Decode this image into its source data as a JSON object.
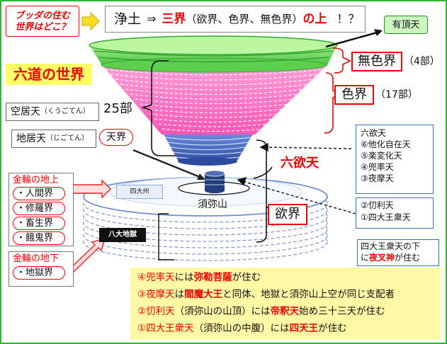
{
  "question": {
    "line1": "ブッダの住む",
    "line2": "世界はどこ？"
  },
  "header": {
    "jodo": "浄土",
    "arrow": "⇒",
    "sankai": "三界",
    "paren": "（欲界、色界、無色界）",
    "no_ue": "の上",
    "marks": "！？"
  },
  "yuchoten": "有頂天",
  "rokudo_title": "六道の世界",
  "mushikikai": {
    "label": "無色界",
    "count": "（4部）"
  },
  "shikikai": {
    "label": "色界",
    "count": "（17部）"
  },
  "nijugobu": "25部",
  "kukoten": {
    "name": "空居天",
    "reading": "（くうごてん）"
  },
  "jikoten": {
    "name": "地居天",
    "reading": "（じごてん）"
  },
  "tenkai": "天界",
  "rokuyokuten": "六欲天",
  "rokuyoku_box": {
    "title": "六欲天",
    "items": [
      "⑥他化自在天",
      "⑤楽変化天",
      "④兜率天",
      "③夜摩天"
    ]
  },
  "lower_box": {
    "items": [
      "②忉利天",
      "①四大王衆天"
    ]
  },
  "yokukai": "欲界",
  "shidaishu": "四大州",
  "shumisen": "須弥山",
  "hachidai": "八大地獄",
  "konrin_ue": {
    "title": "金輪の地上",
    "items": [
      "人間界",
      "修羅界",
      "畜生界",
      "餓鬼界"
    ]
  },
  "konrin_shita": {
    "title": "金輪の地下",
    "items": [
      "地獄界"
    ]
  },
  "yasha": {
    "line1": "四大王衆天の下",
    "line2_pre": "に",
    "line2_red": "夜叉神",
    "line2_post": "が住む"
  },
  "notes": [
    {
      "a": "④兜率天",
      "b": "には",
      "c": "弥勒菩薩",
      "d": "が住む"
    },
    {
      "a": "③夜摩天",
      "b": "は",
      "c": "閻魔大王",
      "d": "と同体、地獄と須弥山上空が同じ支配者"
    },
    {
      "a": "②忉利天",
      "b": "（須弥山の山頂）には",
      "c": "帝釈天",
      "d": "始め三十三天が住む"
    },
    {
      "a": "①四大王衆天",
      "b": "（須弥山の中腹）には",
      "c": "四天王",
      "d": "が住む"
    }
  ],
  "colors": {
    "border_green": "#35b335",
    "red": "#e00000",
    "yellow": "#ffff66",
    "mushiki_green": "#66dd55",
    "shiki_pink": "#ff88cc",
    "yoku_blue": "#4a73c9",
    "note_bg": "#fff9a6"
  }
}
